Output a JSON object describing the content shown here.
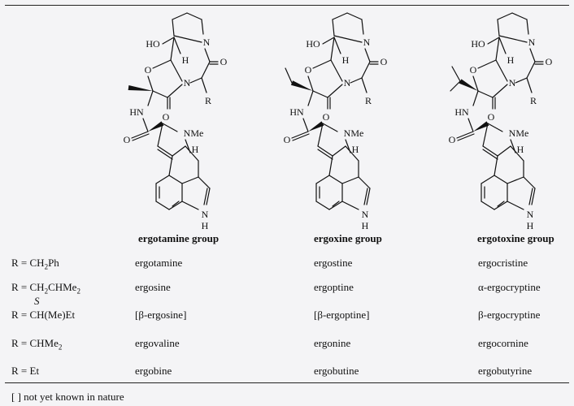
{
  "groups": [
    "ergotamine group",
    "ergoxine group",
    "ergotoxine group"
  ],
  "rows": [
    {
      "r_prefix": "R = CH",
      "r_sub1": "2",
      "r_mid": "Ph",
      "r_sub2": "",
      "r_tail": "",
      "cells": [
        "ergotamine",
        "ergostine",
        "ergocristine"
      ]
    },
    {
      "r_prefix": "R = CH",
      "r_sub1": "2",
      "r_mid": "CHMe",
      "r_sub2": "2",
      "r_tail": "",
      "cells": [
        "ergosine",
        "ergoptine",
        "α-ergocryptine"
      ]
    },
    {
      "r_prefix": "R = CH(Me)Et",
      "r_sub1": "",
      "r_mid": "",
      "r_sub2": "",
      "r_tail": "",
      "cells": [
        "[β-ergosine]",
        "[β-ergoptine]",
        "β-ergocryptine"
      ]
    },
    {
      "r_prefix": "R = CHMe",
      "r_sub1": "2",
      "r_mid": "",
      "r_sub2": "",
      "r_tail": "",
      "cells": [
        "ergovaline",
        "ergonine",
        "ergocornine"
      ]
    },
    {
      "r_prefix": "R = Et",
      "r_sub1": "",
      "r_mid": "",
      "r_sub2": "",
      "r_tail": "",
      "cells": [
        "ergobine",
        "ergobutine",
        "ergobutyrine"
      ]
    }
  ],
  "stereo_label": "S",
  "footnote": "[    ]  not yet known in nature",
  "atoms": {
    "ho": "HO",
    "h": "H",
    "n": "N",
    "o": "O",
    "r": "R",
    "hn": "HN",
    "nme": "NMe",
    "nh_n": "N",
    "nh_h": "H"
  }
}
